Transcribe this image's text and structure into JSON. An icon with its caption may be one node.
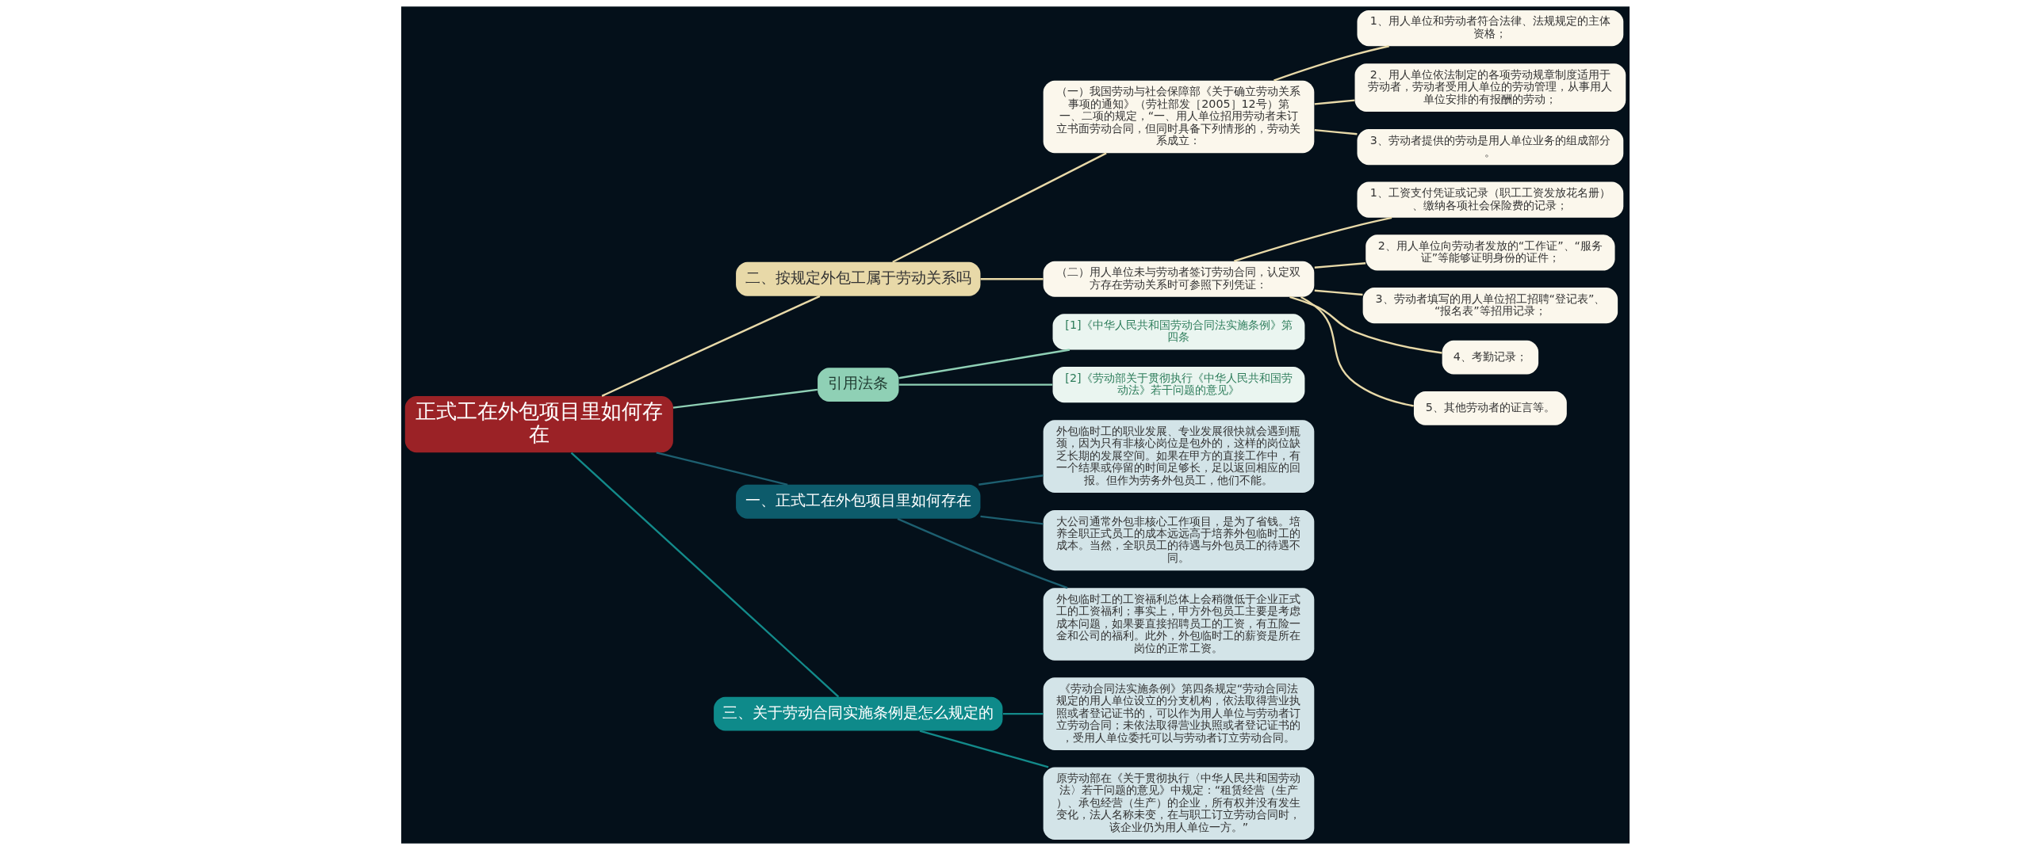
{
  "diagram": {
    "nodes": [
      {
        "text": [
          "正式工在外包项目里如何存在"
        ]
      },
      {
        "text": [
          "二、按规定外包工属于劳动关系吗"
        ]
      },
      {
        "text": [
          "（一）我国劳动与社会保障部《关于确立劳动关系事项的通知》（劳社部发［2005］12号）第一、二项的规定，“一、用人单位招用劳动者未订立书面劳动合同，但同时具备下列情形的，劳动关系成立："
        ]
      },
      {
        "text": [
          "1、用人单位和劳动者符合法律、法规规定的主体资格；"
        ]
      },
      {
        "text": [
          "2、用人单位依法制定的各项劳动规章制度适用于劳动者，劳动者受用人单位的劳动管理，从事用人单位安排的有报酬的劳动；"
        ]
      },
      {
        "text": [
          "3、劳动者提供的劳动是用人单位业务的组成部分。"
        ]
      },
      {
        "text": [
          "（二）用人单位未与劳动者签订劳动合同，认定双方存在劳动关系时可参照下列凭证："
        ]
      },
      {
        "text": [
          "1、工资支付凭证或记录（职工工资发放花名册）、缴纳各项社会保险费的记录；"
        ]
      },
      {
        "text": [
          "2、用人单位向劳动者发放的“工作证”、“服务证”等能够证明身份的证件；"
        ]
      },
      {
        "text": [
          "3、劳动者填写的用人单位招工招聘“登记表”、“报名表”等招用记录；"
        ]
      },
      {
        "text": [
          "4、考勤记录；"
        ]
      },
      {
        "text": [
          "5、其他劳动者的证言等。"
        ]
      },
      {
        "text": [
          "引用法条"
        ]
      },
      {
        "text": [
          "[1]《中华人民共和国劳动合同法实施条例》第四条"
        ]
      },
      {
        "text": [
          "[2]《劳动部关于贯彻执行《中华人民共和国劳动法》若干问题的意见》"
        ]
      },
      {
        "text": [
          "一、正式工在外包项目里如何存在"
        ]
      },
      {
        "text": [
          "外包临时工的职业发展、专业发展很快就会遇到瓶颈，因为只有非核心岗位是包外的，这样的岗位缺乏长期的发展空间。如果在甲方的直接工作中，有一个结果或停留的时间足够长，足以返回相应的回报。但作为劳务外包员工，他们不能。"
        ]
      },
      {
        "text": [
          "大公司通常外包非核心工作项目，是为了省钱。培养全职正式员工的成本远远高于培养外包临时工的成本。当然，全职员工的待遇与外包员工的待遇不同。"
        ]
      },
      {
        "text": [
          "外包临时工的工资福利总体上会稍微低于企业正式工的工资福利；事实上，甲方外包员工主要是考虑成本问题，如果要直接招聘员工的工资，有五险一金和公司的福利。此外，外包临时工的薪资是所在岗位的正常工资。"
        ]
      },
      {
        "text": [
          "三、关于劳动合同实施条例是怎么规定的"
        ]
      },
      {
        "text": [
          "《劳动合同法实施条例》第四条规定“劳动合同法规定的用人单位设立的分支机构，依法取得营业执照或者登记证书的，可以作为用人单位与劳动者订立劳动合同；未依法取得营业执照或者登记证书的，受用人单位委托可以与劳动者订立劳动合同。"
        ]
      },
      {
        "text": [
          "原劳动部在《关于贯彻执行〈中华人民共和国劳动法〉若干问题的意见》中规定：“租赁经营（生产）、承包经营（生产）的企业，所有权并没有发生变化，法人名称未变，在与职工订立劳动合同时，该企业仍为用人单位一方。”"
        ]
      }
    ],
    "edges": [
      {
        "from": 0,
        "to": 1,
        "arrow": "none"
      },
      {
        "from": 1,
        "to": 2,
        "arrow": "none"
      },
      {
        "from": 2,
        "to": 3,
        "arrow": "none"
      },
      {
        "from": 2,
        "to": 4,
        "arrow": "none"
      },
      {
        "from": 2,
        "to": 5,
        "arrow": "none"
      },
      {
        "from": 1,
        "to": 6,
        "arrow": "none"
      },
      {
        "from": 6,
        "to": 7,
        "arrow": "none"
      },
      {
        "from": 6,
        "to": 8,
        "arrow": "none"
      },
      {
        "from": 6,
        "to": 9,
        "arrow": "none"
      },
      {
        "from": 6,
        "to": 10,
        "arrow": "none"
      },
      {
        "from": 6,
        "to": 11,
        "arrow": "none"
      },
      {
        "from": 0,
        "to": 12,
        "arrow": "none",
        "color": "#8fd0b5"
      },
      {
        "from": 12,
        "to": 13,
        "arrow": "none",
        "color": "#8fd0b5"
      },
      {
        "from": 12,
        "to": 14,
        "arrow": "none",
        "color": "#8fd0b5"
      },
      {
        "from": 0,
        "to": 15,
        "arrow": "none",
        "color": "#1d5f70"
      },
      {
        "from": 15,
        "to": 16,
        "arrow": "none",
        "color": "#1d5f70"
      },
      {
        "from": 15,
        "to": 17,
        "arrow": "none",
        "color": "#1d5f70"
      },
      {
        "from": 15,
        "to": 18,
        "arrow": "none",
        "color": "#1d5f70"
      },
      {
        "from": 0,
        "to": 19,
        "arrow": "none",
        "color": "#138a8a"
      },
      {
        "from": 19,
        "to": 20,
        "arrow": "none",
        "color": "#138a8a"
      },
      {
        "from": 19,
        "to": 21,
        "arrow": "none",
        "color": "#138a8a"
      }
    ]
  }
}
